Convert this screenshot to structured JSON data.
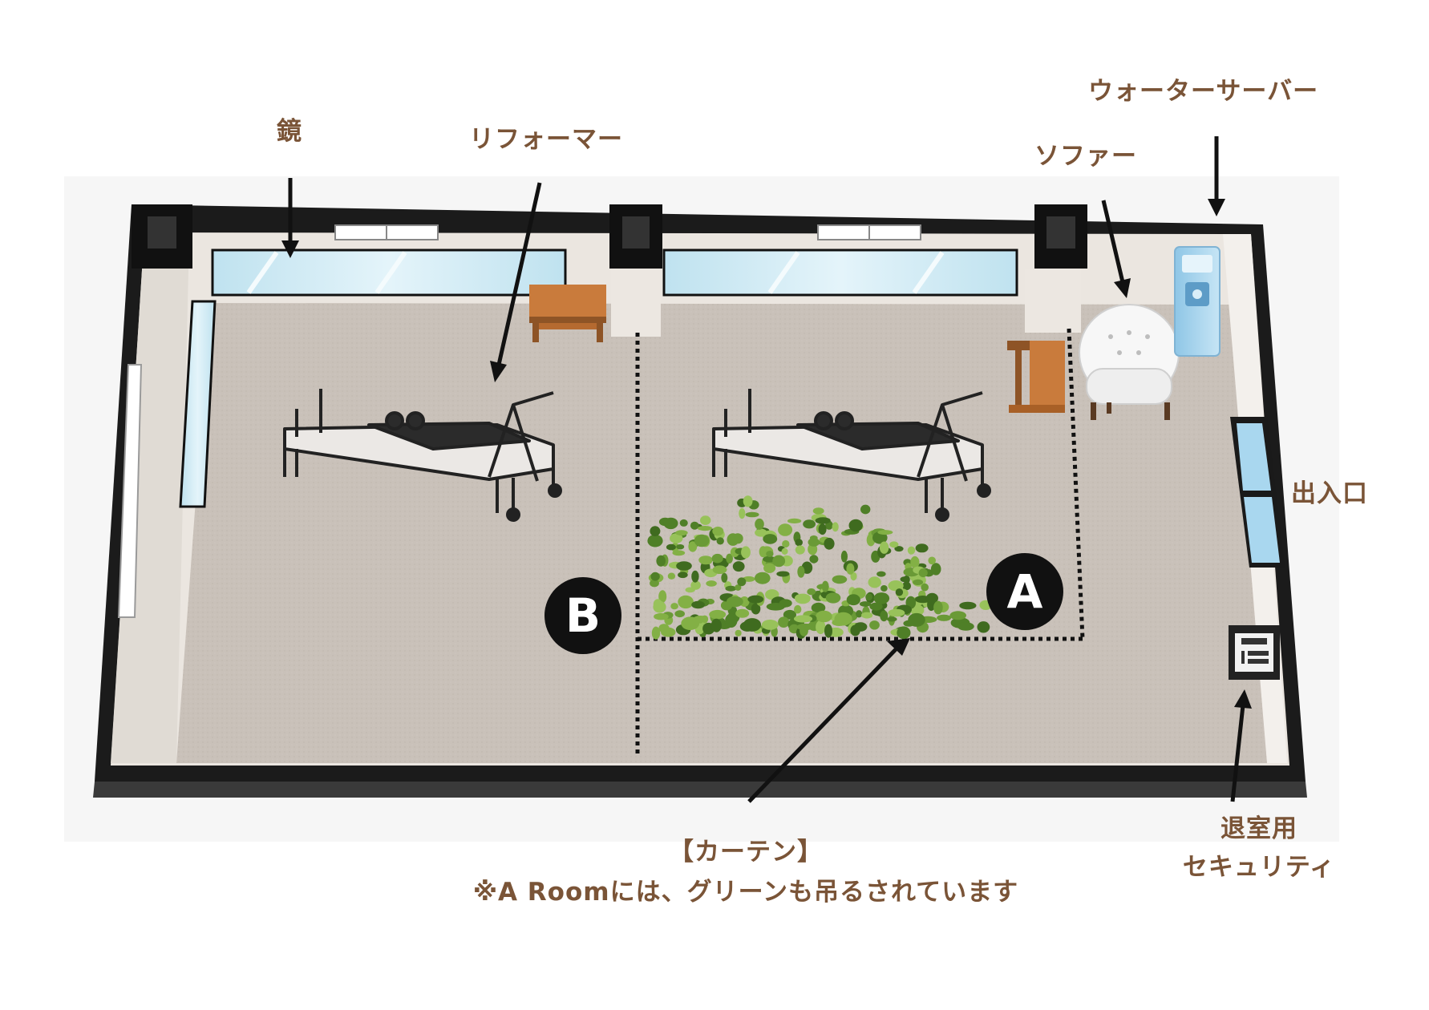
{
  "labels": {
    "mirror": "鏡",
    "reformer": "リフォーマー",
    "water_server": "ウォーターサーバー",
    "sofa": "ソファー",
    "entrance": "出入口",
    "security_line1": "退室用",
    "security_line2": "セキュリティ",
    "curtain_line1": "【カーテン】",
    "curtain_line2": "※A Roomには、グリーンも吊るされています"
  },
  "rooms": {
    "a": "A",
    "b": "B"
  },
  "colors": {
    "label_brown": "#7a5437",
    "floor": "#c8c0b8",
    "wall_dark": "#1a1a1a",
    "wall_light": "#ece8e3",
    "mirror_blue": "#cfe9f3",
    "wood": "#c97b3c",
    "plant_green": "#5e8f2f"
  }
}
